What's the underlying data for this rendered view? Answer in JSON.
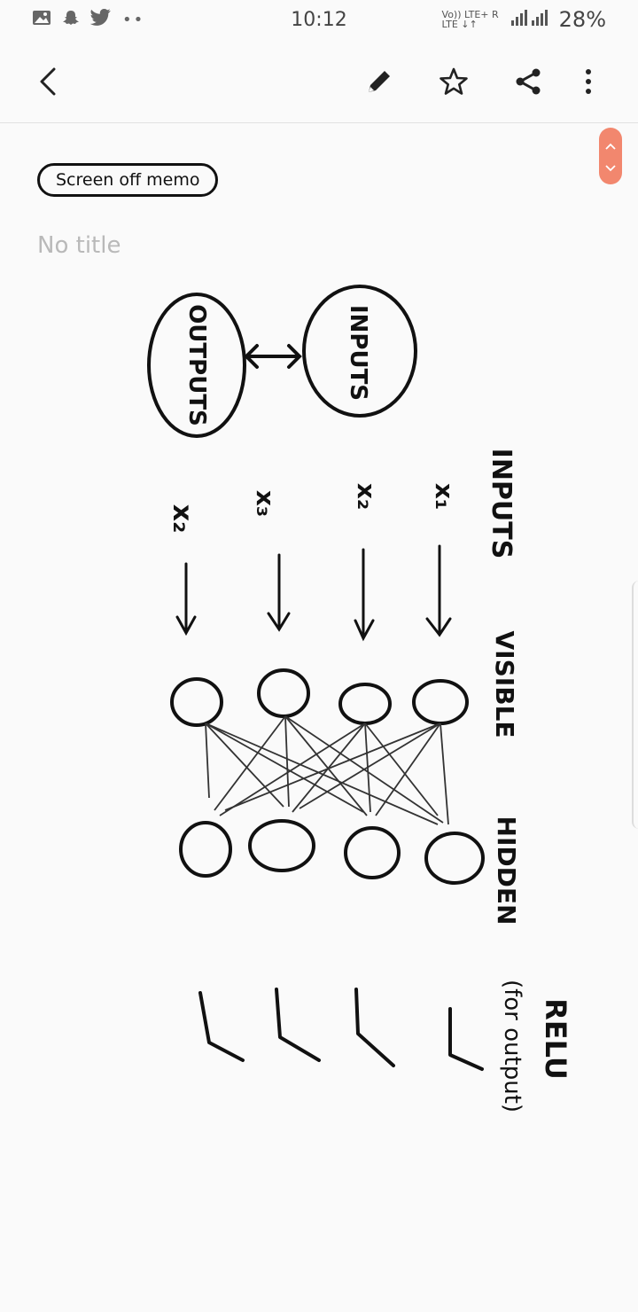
{
  "status_bar": {
    "time": "10:12",
    "battery": "28%",
    "network_text": "Vo)) LTE+ R",
    "network_text_2": "LTE ↓↑",
    "left_icons": [
      "gallery-icon",
      "snapchat-icon",
      "twitter-icon",
      "more-notifications-icon"
    ]
  },
  "toolbar": {
    "back_icon": "back-arrow-icon",
    "edit_icon": "pencil-icon",
    "favorite_icon": "star-icon",
    "share_icon": "share-icon",
    "more_icon": "more-vert-icon"
  },
  "note": {
    "tag": "Screen off memo",
    "title_placeholder": "No title"
  },
  "drawing_labels": {
    "outputs_oval": "OUTPUTS",
    "inputs_oval": "INPUTS",
    "inputs_header": "INPUTS",
    "x_labels": [
      "x₂",
      "x₃",
      "x₂",
      "x₁"
    ],
    "visible": "VISIBLE",
    "hidden": "HIDDEN",
    "relu": "RELU",
    "relu_note": "(for output)"
  },
  "colors": {
    "accent_scroll": "#f2876e",
    "ink": "#111111",
    "placeholder": "#b9b9b9"
  }
}
